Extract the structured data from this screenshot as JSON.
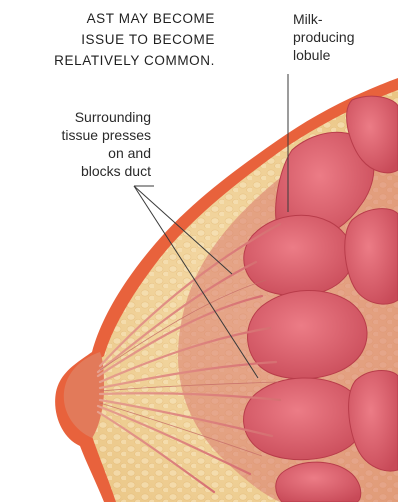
{
  "heading": {
    "lines": [
      "AST MAY BECOME",
      "ISSUE TO BECOME",
      "RELATIVELY COMMON."
    ]
  },
  "labels": {
    "lobule": {
      "lines": [
        "Milk-",
        "producing",
        "lobule"
      ]
    },
    "tissue": {
      "lines": [
        "Surrounding",
        "tissue presses",
        "on and",
        "blocks duct"
      ]
    }
  },
  "colors": {
    "skin_outer": "#e8623c",
    "fat": "#f1d29a",
    "lobule": "#e0606e",
    "lobule_dark": "#c94552",
    "duct": "#d98a86",
    "leader_line": "#3a3a3a"
  }
}
